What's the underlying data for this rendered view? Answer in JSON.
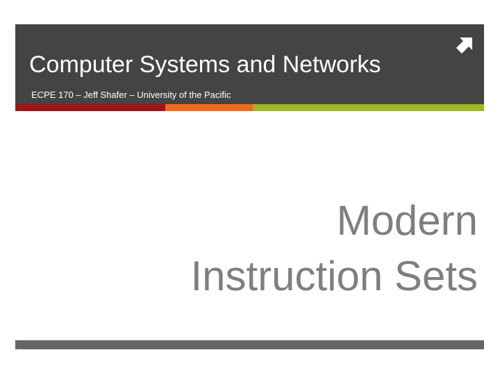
{
  "header": {
    "title": "Computer Systems and Networks",
    "subtitle": "ECPE 170 – Jeff Shafer – University of the Pacific",
    "icon": "arrow-up-right-icon"
  },
  "main": {
    "title_line1": "Modern",
    "title_line2": "Instruction Sets"
  },
  "colors": {
    "header_bg": "#444444",
    "stripe_red": "#a31515",
    "stripe_orange": "#f26b1d",
    "stripe_green": "#9bbb1f",
    "footer_bar": "#666666",
    "title_text": "#7f7f7f"
  }
}
